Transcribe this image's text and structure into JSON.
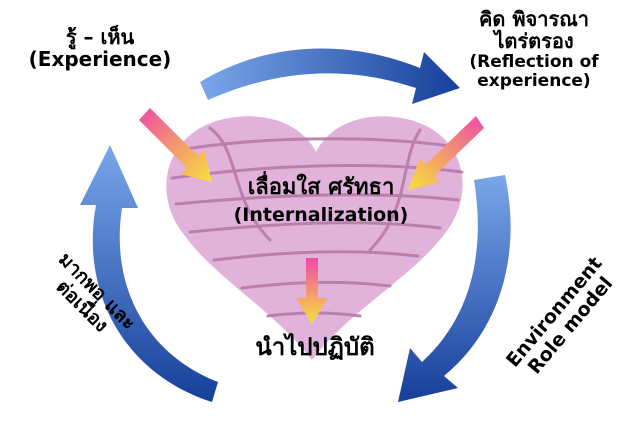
{
  "colors": {
    "heart_fill": "#dca4d4",
    "heart_stroke": "#b67aaa",
    "cycle_arrow_light": "#7aa6ea",
    "cycle_arrow_dark": "#163f9a",
    "pointer_arrow_top": "#ee4aa8",
    "pointer_arrow_bottom": "#f7e23a",
    "text": "#000000"
  },
  "nodes": {
    "experience": {
      "thai": "รู้ – เห็น",
      "english": "(Experience)"
    },
    "reflection": {
      "thai_line1": "คิด พิจารณา",
      "thai_line2": "ไตร่ตรอง",
      "english_line1": "(Reflection of",
      "english_line2": "experience)"
    },
    "internalization": {
      "thai": "เลื่อมใส ศรัทธา",
      "english": "(Internalization)"
    },
    "practice": {
      "thai": "นำไปปฏิบัติ"
    },
    "persistence": {
      "line1": "มากพอ และ",
      "line2": "ต่อเนื่อง"
    },
    "environment": {
      "line1": "Environment",
      "line2": "Role model"
    }
  }
}
